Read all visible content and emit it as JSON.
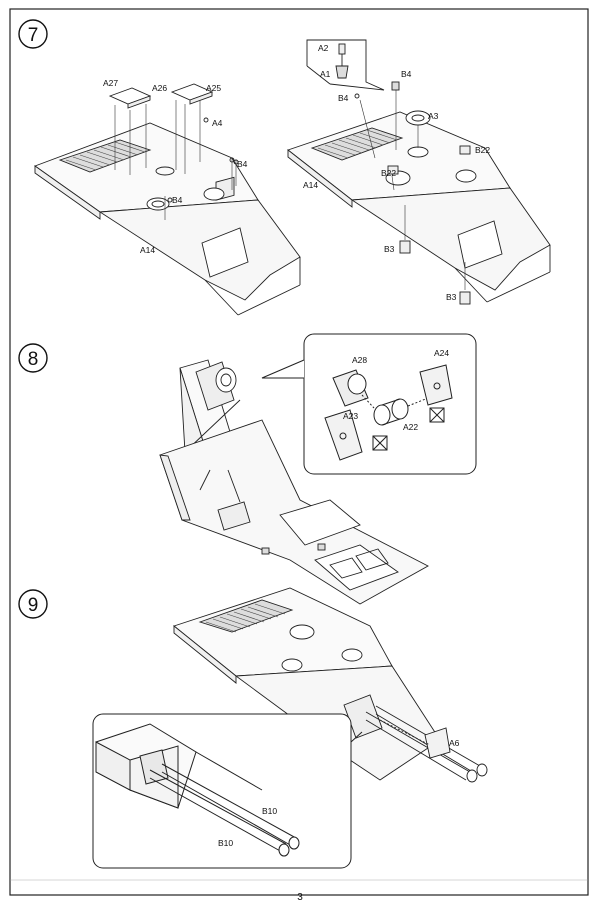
{
  "page": {
    "number": "3"
  },
  "steps": [
    {
      "number": "7",
      "left": {
        "labels": [
          "A27",
          "A26",
          "A25",
          "A4",
          "B4",
          "B4",
          "A14"
        ]
      },
      "right": {
        "labels": [
          "A2",
          "A1",
          "B4",
          "B4",
          "A3",
          "B22",
          "B22",
          "A14",
          "B3",
          "B3"
        ]
      }
    },
    {
      "number": "8",
      "detail": {
        "labels": [
          "A28",
          "A24",
          "A23",
          "A22"
        ]
      }
    },
    {
      "number": "9",
      "main": {
        "labels": [
          "A6"
        ]
      },
      "detail": {
        "labels": [
          "B10",
          "B10"
        ]
      }
    }
  ]
}
